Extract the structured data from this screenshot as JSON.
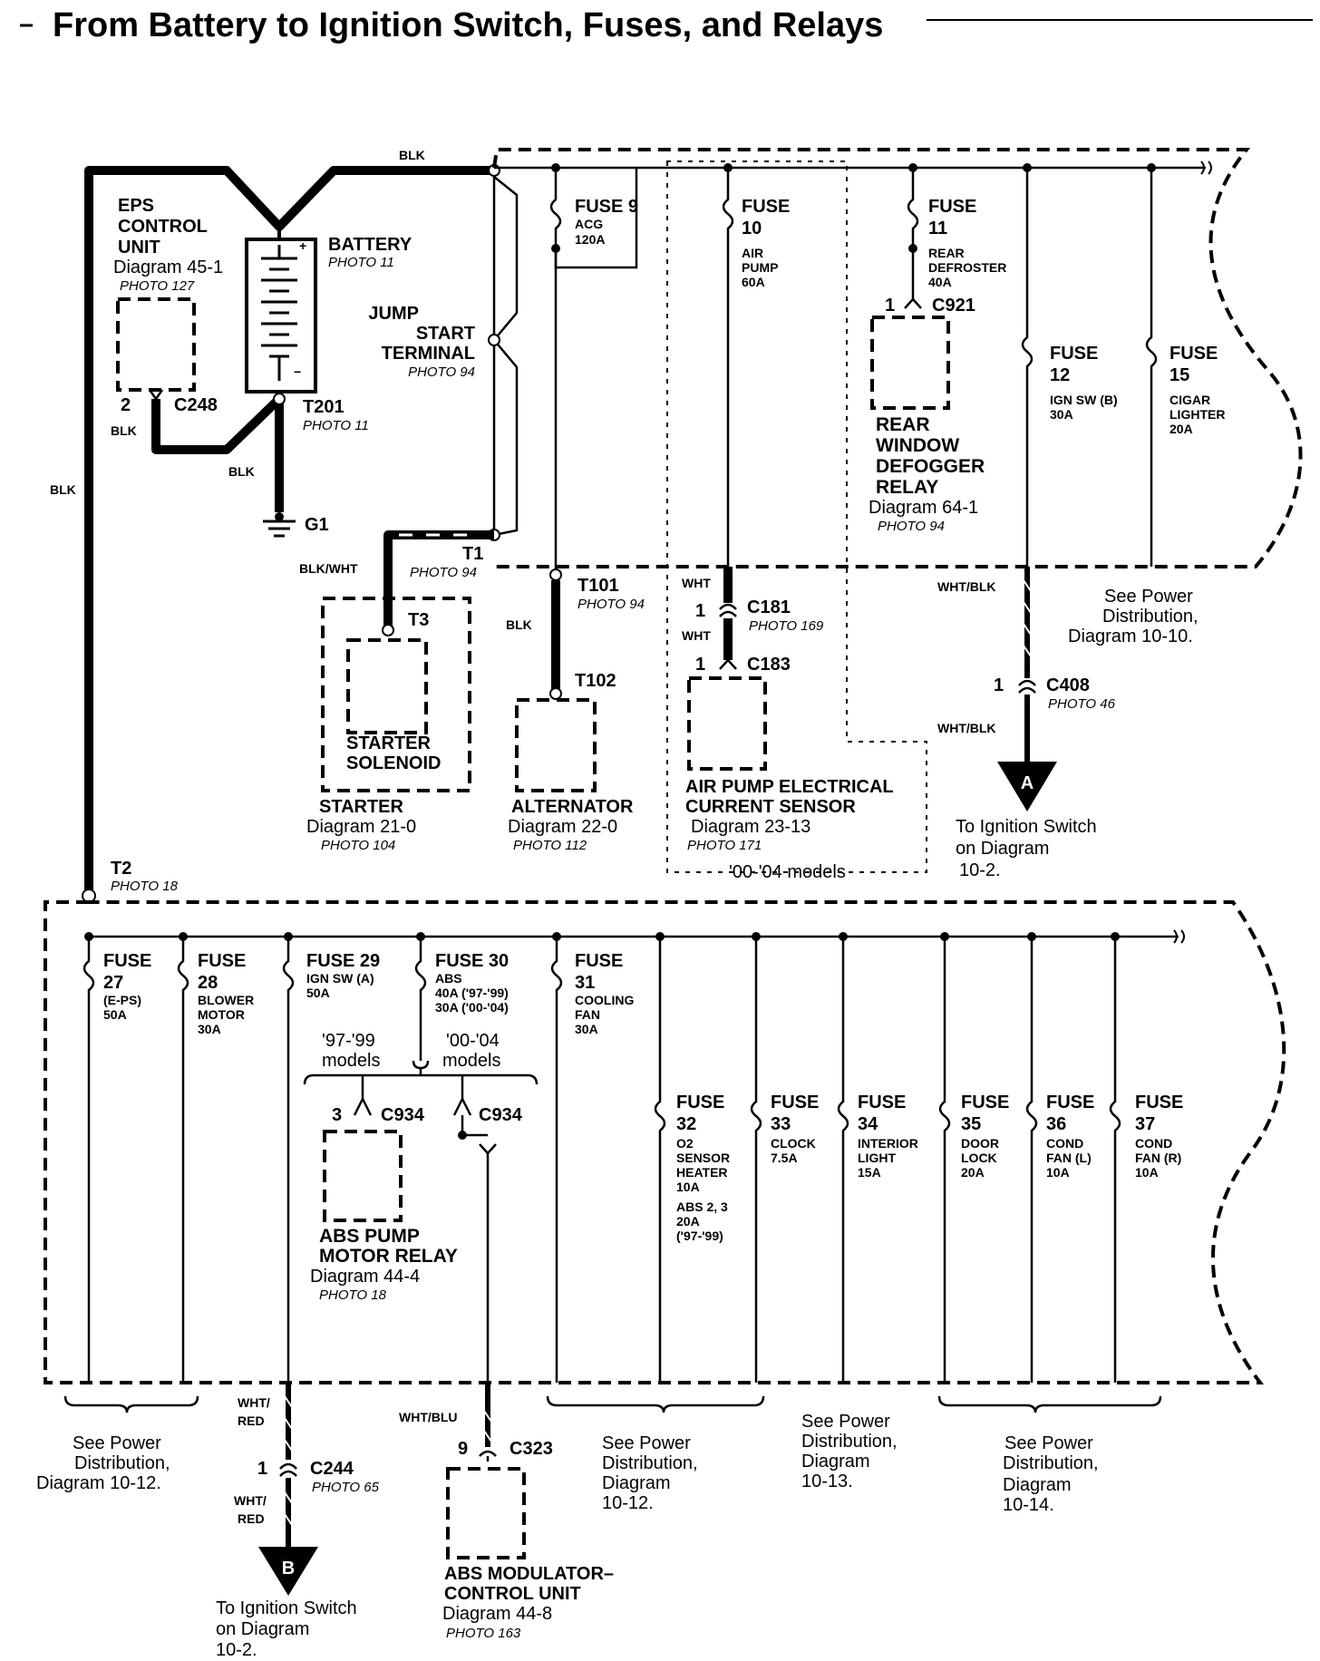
{
  "title": "From Battery to Ignition Switch, Fuses, and Relays",
  "top": {
    "wire_blk_top": "BLK",
    "wire_blk_left": "BLK",
    "eps": {
      "l1": "EPS",
      "l2": "CONTROL",
      "l3": "UNIT",
      "diagram": "Diagram 45-1",
      "photo": "PHOTO 127",
      "pin": "2",
      "conn": "C248",
      "wire": "BLK"
    },
    "battery": {
      "name": "BATTERY",
      "photo": "PHOTO 11",
      "plus": "+",
      "minus": "−"
    },
    "t201": {
      "name": "T201",
      "photo": "PHOTO 11",
      "wire": "BLK"
    },
    "g1": "G1",
    "jump": {
      "l1": "JUMP",
      "l2": "START",
      "l3": "TERMINAL",
      "photo": "PHOTO 94"
    },
    "t1": {
      "name": "T1",
      "photo": "PHOTO 94",
      "wire": "BLK/WHT"
    },
    "t3": "T3",
    "starter": {
      "l1": "STARTER",
      "l2": "SOLENOID",
      "name": "STARTER",
      "diagram": "Diagram 21-0",
      "photo": "PHOTO 104"
    },
    "fuse9": {
      "name": "FUSE 9",
      "circuit": "ACG",
      "rating": "120A"
    },
    "t101": {
      "name": "T101",
      "photo": "PHOTO 94",
      "wire": "BLK"
    },
    "t102": "T102",
    "alternator": {
      "name": "ALTERNATOR",
      "diagram": "Diagram 22-0",
      "photo": "PHOTO 112"
    },
    "fuse10": {
      "l1": "FUSE",
      "l2": "10",
      "c1": "AIR",
      "c2": "PUMP",
      "rating": "60A"
    },
    "c181": {
      "wire1": "WHT",
      "pin": "1",
      "name": "C181",
      "photo": "PHOTO 169",
      "wire2": "WHT"
    },
    "c183": {
      "pin": "1",
      "name": "C183"
    },
    "air_pump": {
      "l1": "AIR PUMP ELECTRICAL",
      "l2": "CURRENT SENSOR",
      "diagram": "Diagram 23-13",
      "photo": "PHOTO 171"
    },
    "models_note": "'00-'04 models",
    "fuse11": {
      "l1": "FUSE",
      "l2": "11",
      "c1": "REAR",
      "c2": "DEFROSTER",
      "rating": "40A"
    },
    "c921": {
      "pin": "1",
      "name": "C921"
    },
    "defogger": {
      "l1": "REAR",
      "l2": "WINDOW",
      "l3": "DEFOGGER",
      "l4": "RELAY",
      "diagram": "Diagram 64-1",
      "photo": "PHOTO 94"
    },
    "fuse12": {
      "l1": "FUSE",
      "l2": "12",
      "circuit": "IGN SW (B)",
      "rating": "30A"
    },
    "fuse15": {
      "l1": "FUSE",
      "l2": "15",
      "c1": "CIGAR",
      "c2": "LIGHTER",
      "rating": "20A"
    },
    "c408": {
      "wire1": "WHT/BLK",
      "pin": "1",
      "name": "C408",
      "photo": "PHOTO 46",
      "wire2": "WHT/BLK"
    },
    "arrow_a": {
      "letter": "A",
      "t1": "To Ignition Switch",
      "t2": "on Diagram",
      "t3": "10-2."
    },
    "see_power": {
      "l1": "See Power",
      "l2": "Distribution,",
      "l3": "Diagram 10-10."
    }
  },
  "bottom": {
    "t2": {
      "name": "T2",
      "photo": "PHOTO 18"
    },
    "fuse27": {
      "l1": "FUSE",
      "l2": "27",
      "c1": "(E-PS)",
      "rating": "50A"
    },
    "fuse28": {
      "l1": "FUSE",
      "l2": "28",
      "c1": "BLOWER",
      "c2": "MOTOR",
      "rating": "30A"
    },
    "fuse29": {
      "name": "FUSE 29",
      "circuit": "IGN SW (A)",
      "rating": "50A"
    },
    "fuse30": {
      "name": "FUSE 30",
      "circuit": "ABS",
      "r1": "40A ('97-'99)",
      "r2": "30A ('00-'04)"
    },
    "fuse31": {
      "l1": "FUSE",
      "l2": "31",
      "c1": "COOLING",
      "c2": "FAN",
      "rating": "30A"
    },
    "models": {
      "a1": "'97-'99",
      "a2": "models",
      "b1": "'00-'04",
      "b2": "models"
    },
    "c934a": {
      "pin": "3",
      "name": "C934"
    },
    "c934b": {
      "name": "C934"
    },
    "abs_relay": {
      "l1": "ABS PUMP",
      "l2": "MOTOR RELAY",
      "diagram": "Diagram 44-4",
      "photo": "PHOTO 18"
    },
    "fuse32": {
      "l1": "FUSE",
      "l2": "32",
      "c1": "O2",
      "c2": "SENSOR",
      "c3": "HEATER",
      "rating": "10A",
      "d1": "ABS 2, 3",
      "d2": "20A",
      "d3": "('97-'99)"
    },
    "fuse33": {
      "l1": "FUSE",
      "l2": "33",
      "c1": "CLOCK",
      "rating": "7.5A"
    },
    "fuse34": {
      "l1": "FUSE",
      "l2": "34",
      "c1": "INTERIOR",
      "c2": "LIGHT",
      "rating": "15A"
    },
    "fuse35": {
      "l1": "FUSE",
      "l2": "35",
      "c1": "DOOR",
      "c2": "LOCK",
      "rating": "20A"
    },
    "fuse36": {
      "l1": "FUSE",
      "l2": "36",
      "c1": "COND",
      "c2": "FAN (L)",
      "rating": "10A"
    },
    "fuse37": {
      "l1": "FUSE",
      "l2": "37",
      "c1": "COND",
      "c2": "FAN (R)",
      "rating": "10A"
    },
    "c244": {
      "wire1": "WHT/",
      "wire1b": "RED",
      "pin": "1",
      "name": "C244",
      "photo": "PHOTO 65",
      "wire2": "WHT/",
      "wire2b": "RED"
    },
    "arrow_b": {
      "letter": "B",
      "t1": "To Ignition Switch",
      "t2": "on Diagram",
      "t3": "10-2."
    },
    "c323": {
      "wire": "WHT/BLU",
      "pin": "9",
      "name": "C323"
    },
    "abs_mod": {
      "l1": "ABS MODULATOR–",
      "l2": "CONTROL UNIT",
      "diagram": "Diagram 44-8",
      "photo": "PHOTO 163"
    },
    "see1": {
      "l1": "See Power",
      "l2": "Distribution,",
      "l3": "Diagram 10-12."
    },
    "see2": {
      "l1": "See Power",
      "l2": "Distribution,",
      "l3": "Diagram",
      "l4": "10-12."
    },
    "see3": {
      "l1": "See Power",
      "l2": "Distribution,",
      "l3": "Diagram",
      "l4": "10-13."
    },
    "see4": {
      "l1": "See Power",
      "l2": "Distribution,",
      "l3": "Diagram",
      "l4": "10-14."
    }
  }
}
